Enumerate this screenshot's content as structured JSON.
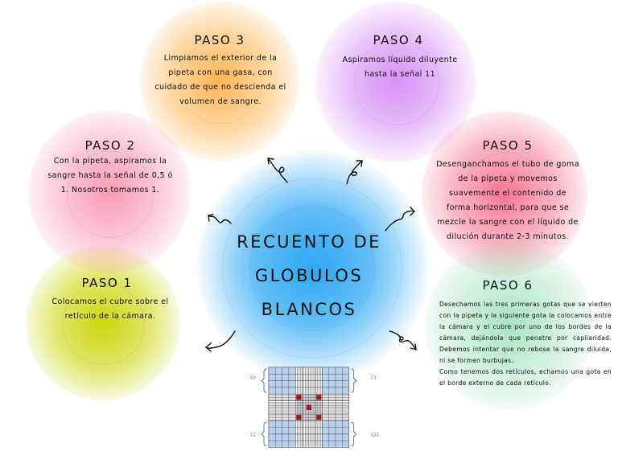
{
  "center": {
    "line1": "RECUENTO DE",
    "line2": "GLOBULOS",
    "line3": "BLANCOS"
  },
  "steps": {
    "paso1": {
      "title": "PASO 1",
      "text": "Colocamos el cubre sobre el retículo de la cámara."
    },
    "paso2": {
      "title": "PASO 2",
      "text": "Con la pipeta, aspiramos la sangre hasta la señal de 0,5 ó 1. Nosotros tomamos 1."
    },
    "paso3": {
      "title": "PASO 3",
      "text": "Limpiamos el exterior de la pipeta con una gasa, con cuidado de que no descienda el volumen de sangre."
    },
    "paso4": {
      "title": "PASO 4",
      "text": "Aspiramos líquido diluyente hasta la señal 11"
    },
    "paso5": {
      "title": "PASO 5",
      "text": "Desenganchamos el tubo de goma de la pipeta y movemos suavemente el contenido de forma horizontal, para que se mezcle la sangre con el líquido de dilución durante 2-3 minutos."
    },
    "paso6": {
      "title": "PASO 6",
      "text1": "Desechamos las tres primeras gotas que se vierten con la pipeta y la siguiente gota la colocamos entre la cámara y el cubre por uno de los bordes de la cámara, dejándola que penetre por capilaridad. Debemos intentar que no rebose la sangre diluida, ni se formen burbujas.",
      "text2": "Como tenemos dos retículos, echamos una gota en el borde externo de cada retículo."
    }
  },
  "grid_labels": {
    "top_left": "50",
    "top_right": "73",
    "bottom_left": "72",
    "bottom_right": "121"
  },
  "colors": {
    "center": "#2ea8f5",
    "paso1": "#c9d400",
    "paso2": "#f77ba0",
    "paso3": "#ffa836",
    "paso4": "#cf7cf3",
    "paso5": "#f24a72",
    "paso6": "#6fd19a",
    "grid_cell": "#b9cdef",
    "grid_mark": "#a01820",
    "label": "#4a7fc8"
  }
}
